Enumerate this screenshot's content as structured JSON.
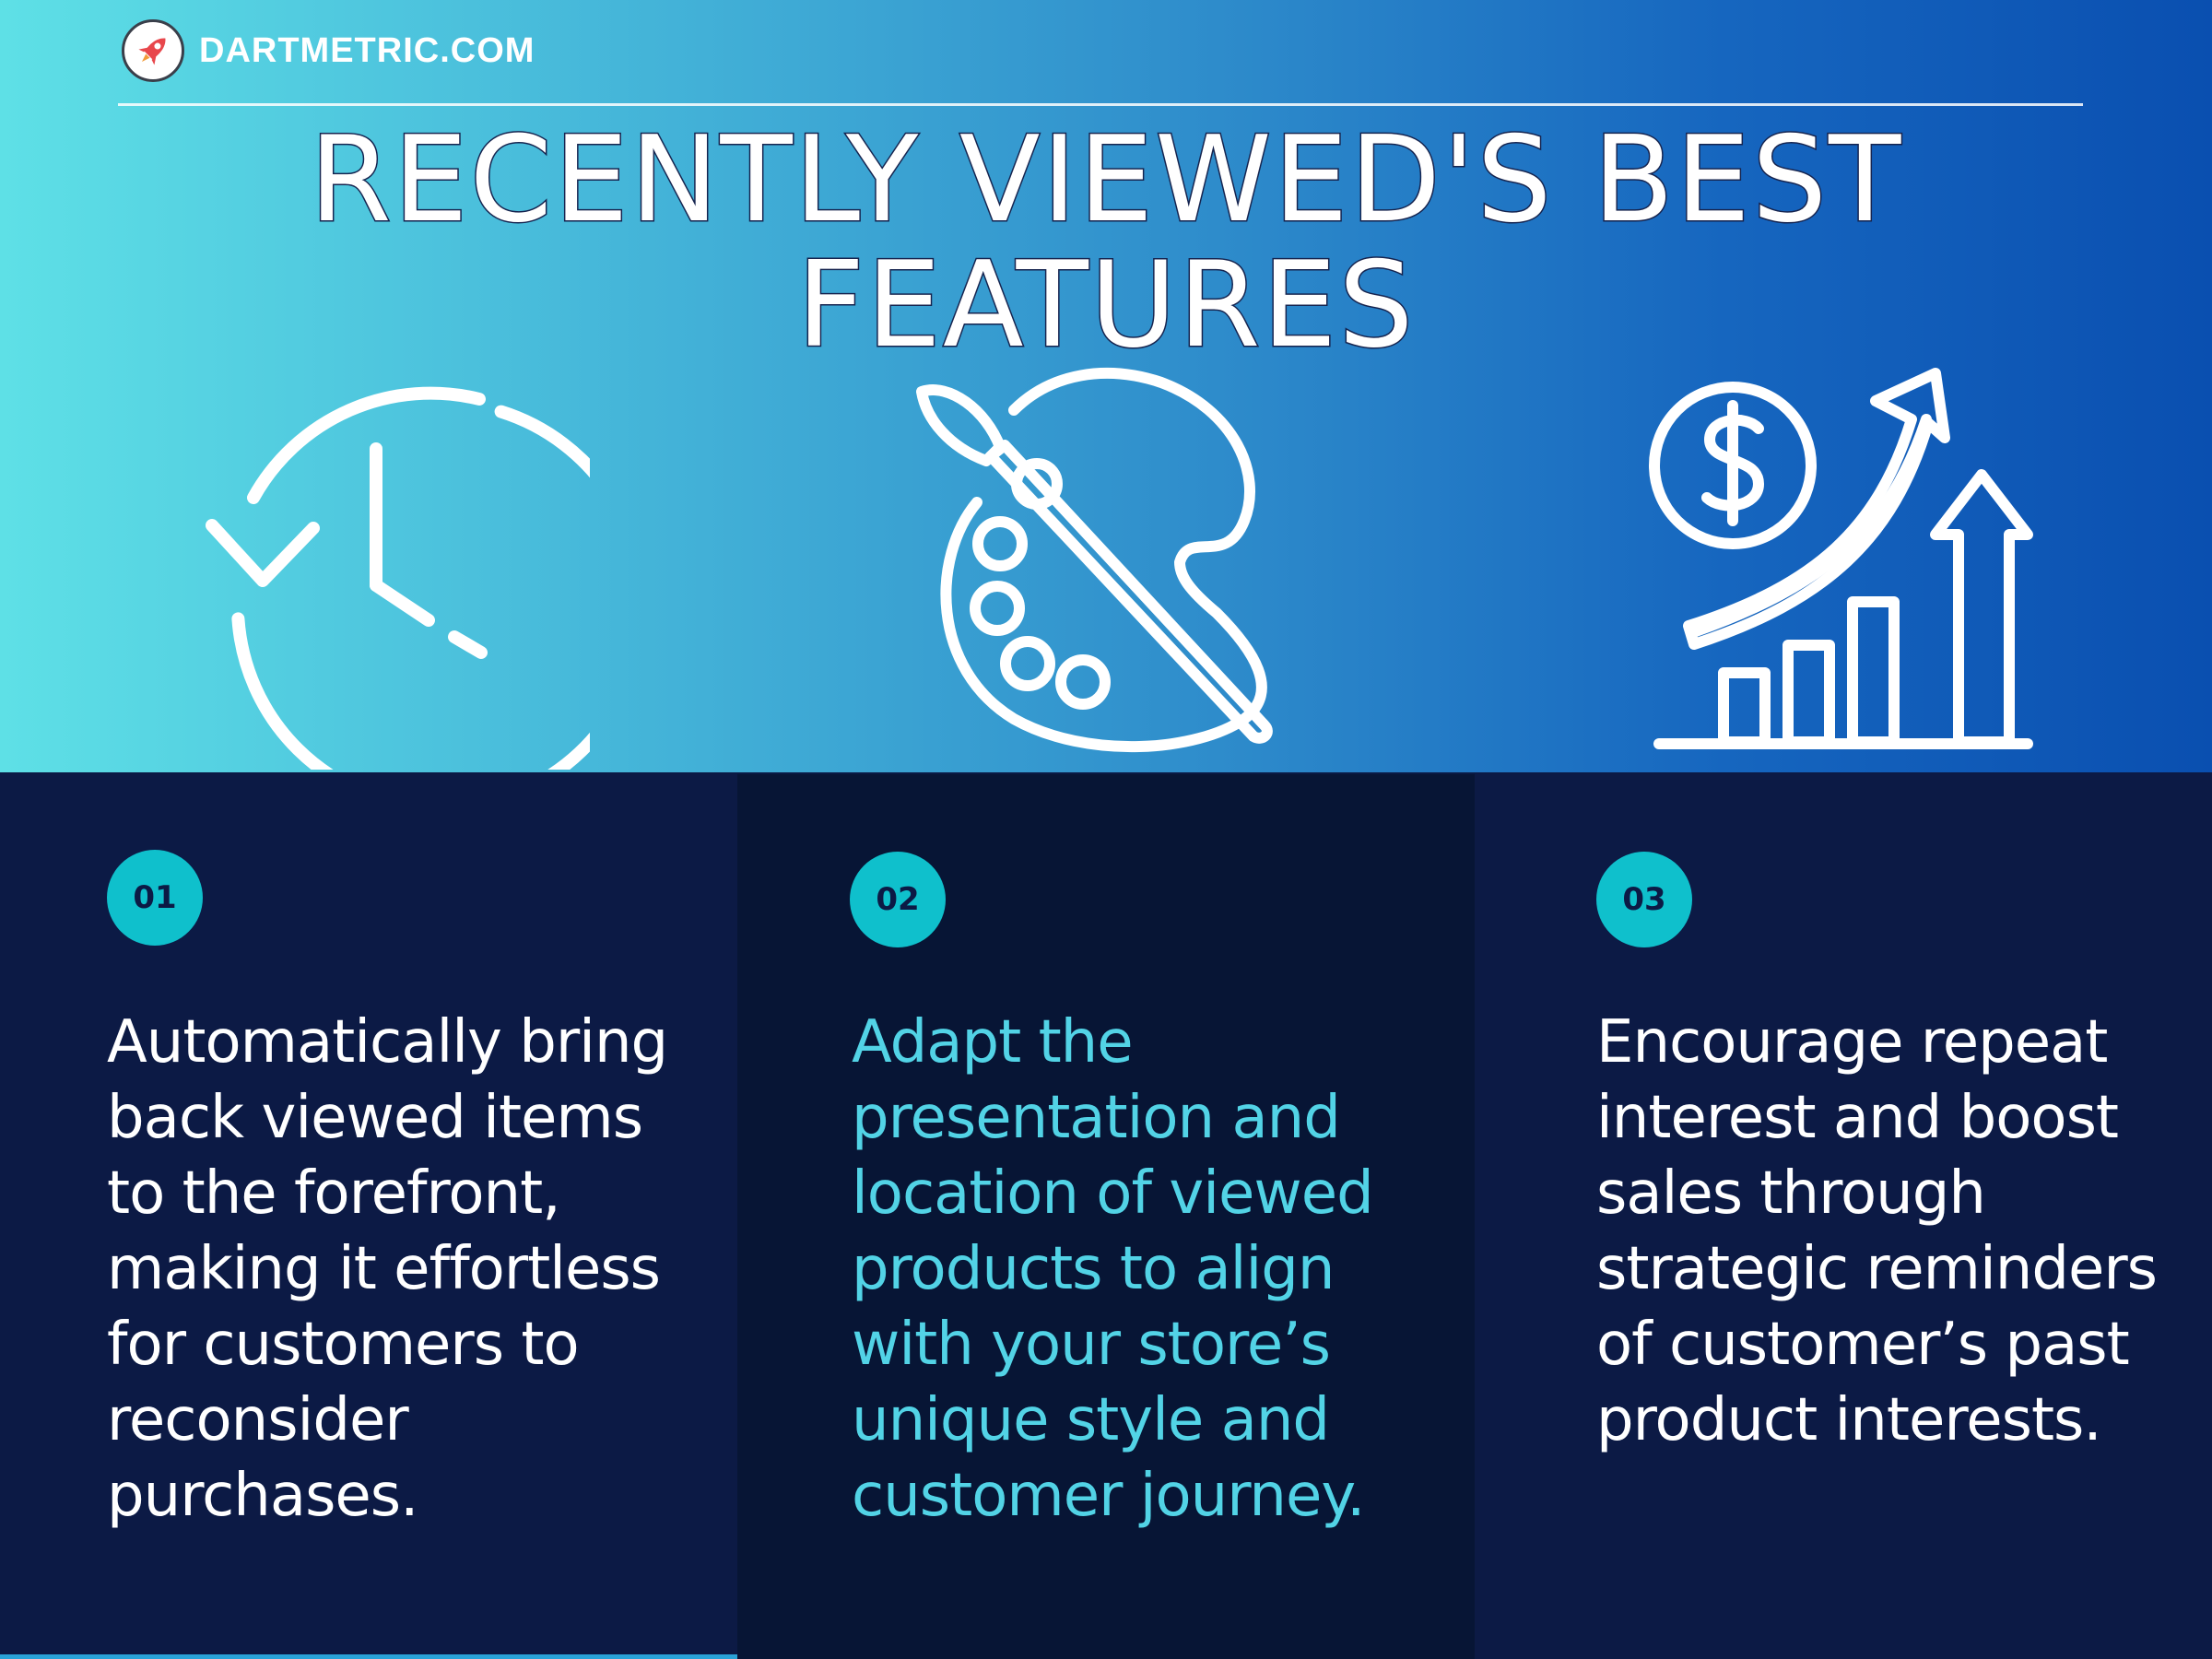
{
  "brand": {
    "name": "DARTMETRIC.COM",
    "icon": "rocket-icon"
  },
  "header": {
    "title_line1": "RECENTLY VIEWED'S BEST",
    "title_line2": "FEATURES"
  },
  "icons": [
    "history-clock-icon",
    "palette-brush-icon",
    "growth-chart-icon"
  ],
  "features": [
    {
      "number": "01",
      "text": "Automatically bring back viewed items to the forefront, making it effortless for customers to reconsider purchases."
    },
    {
      "number": "02",
      "text": "Adapt the presentation and location of viewed products to align with your store’s unique style and customer journey."
    },
    {
      "number": "03",
      "text": "Encourage repeat interest and boost sales through strategic reminders of customer’s past product interests."
    }
  ],
  "colors": {
    "gradient_start": "#5ee0e6",
    "gradient_end": "#0a4fb0",
    "panel_dark": "#0c1a45",
    "panel_darker": "#071535",
    "badge": "#0fc0cc",
    "accent_text": "#52d3e6"
  }
}
